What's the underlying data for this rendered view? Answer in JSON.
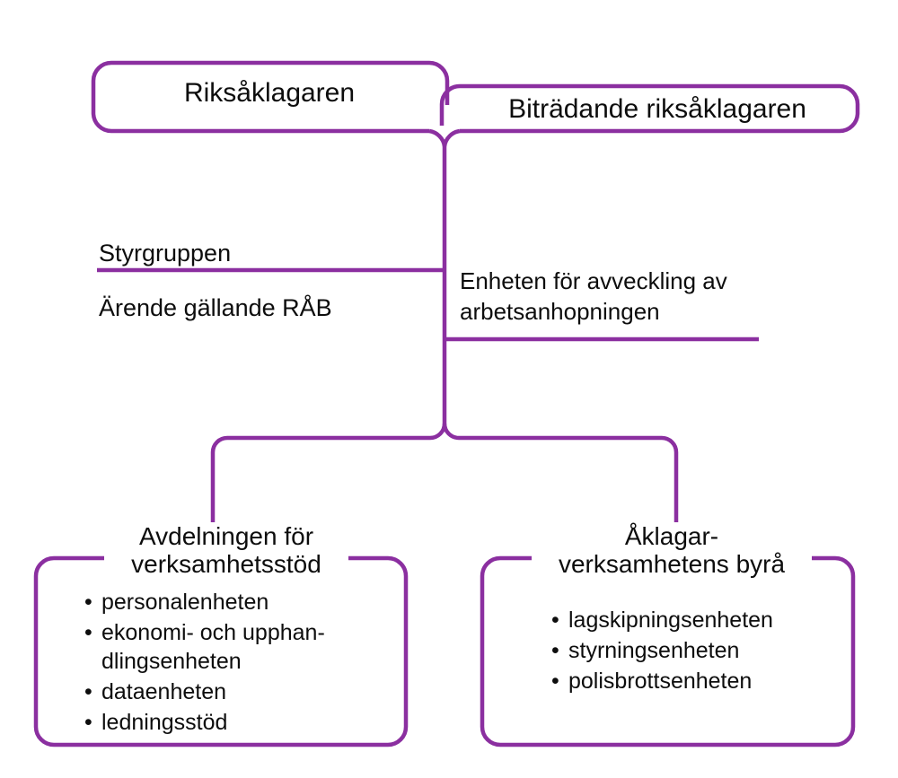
{
  "diagram": {
    "title_color": "#8b2fa0",
    "text_color": "#0d0d0d",
    "background": "#ffffff",
    "top_row": {
      "left_node": "Riksåklagaren",
      "right_node": "Biträdande riksåklagaren"
    },
    "middle": {
      "left_group_title": "Styrgruppen",
      "left_group_subtitle": "Ärende gällande RÅB",
      "right_unit": "Enheten för avveckling av arbetsanhopningen"
    },
    "bottom": {
      "left_box": {
        "title": "Avdelningen för\nverksamhetsstöd",
        "items": [
          "personalenheten",
          "ekonomi- och upphan-\ndlingsenheten",
          "dataenheten",
          "ledningsstöd"
        ]
      },
      "right_box": {
        "title": "Åklagar-\nverksamhetens byrå",
        "items": [
          "lagskipningsenheten",
          "styrningsenheten",
          "polisbrottsenheten"
        ]
      }
    }
  }
}
